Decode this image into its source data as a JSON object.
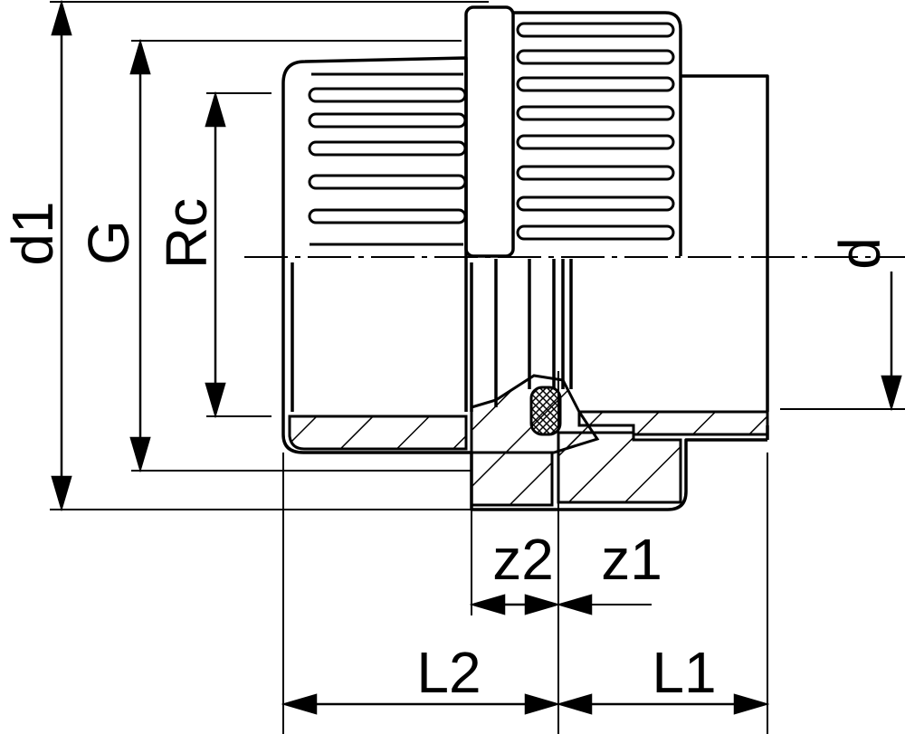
{
  "diagram": {
    "labels": {
      "d1": "d1",
      "G": "G",
      "Rc": "Rc",
      "d": "d",
      "z2": "z2",
      "z1": "z1",
      "L2": "L2",
      "L1": "L1"
    },
    "colors": {
      "line": "#000000",
      "background": "#ffffff"
    }
  }
}
